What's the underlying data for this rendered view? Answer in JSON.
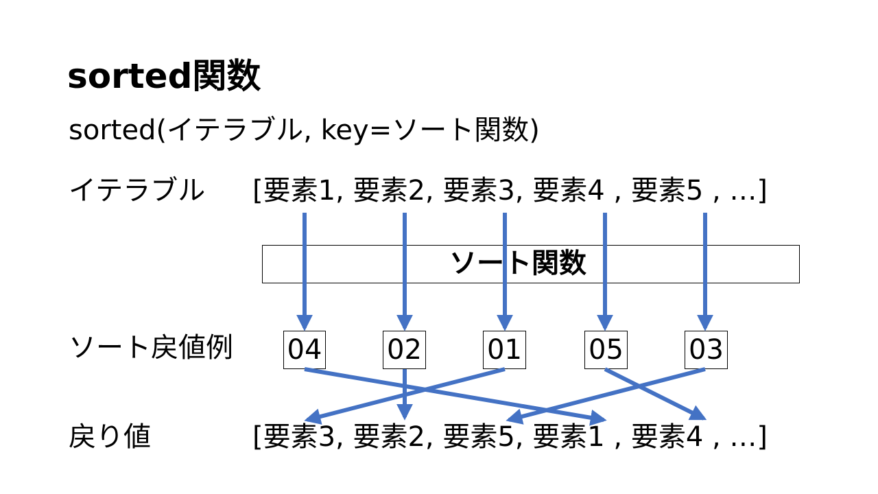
{
  "title": "sorted関数",
  "syntax": "sorted(イテラブル, key=ソート関数)",
  "labels": {
    "iterable": "イテラブル",
    "key_example": "ソート戻値例",
    "returned": "戻り値"
  },
  "iterable_list": "[要素1, 要素2, 要素3, 要素4 , 要素5 , …]",
  "sort_function_label": "ソート関数",
  "key_values": [
    "04",
    "02",
    "01",
    "05",
    "03"
  ],
  "returned_list": "[要素3, 要素2, 要素5, 要素1 , 要素4 , …]",
  "colors": {
    "arrow": "#4472C4",
    "border": "#000000"
  }
}
